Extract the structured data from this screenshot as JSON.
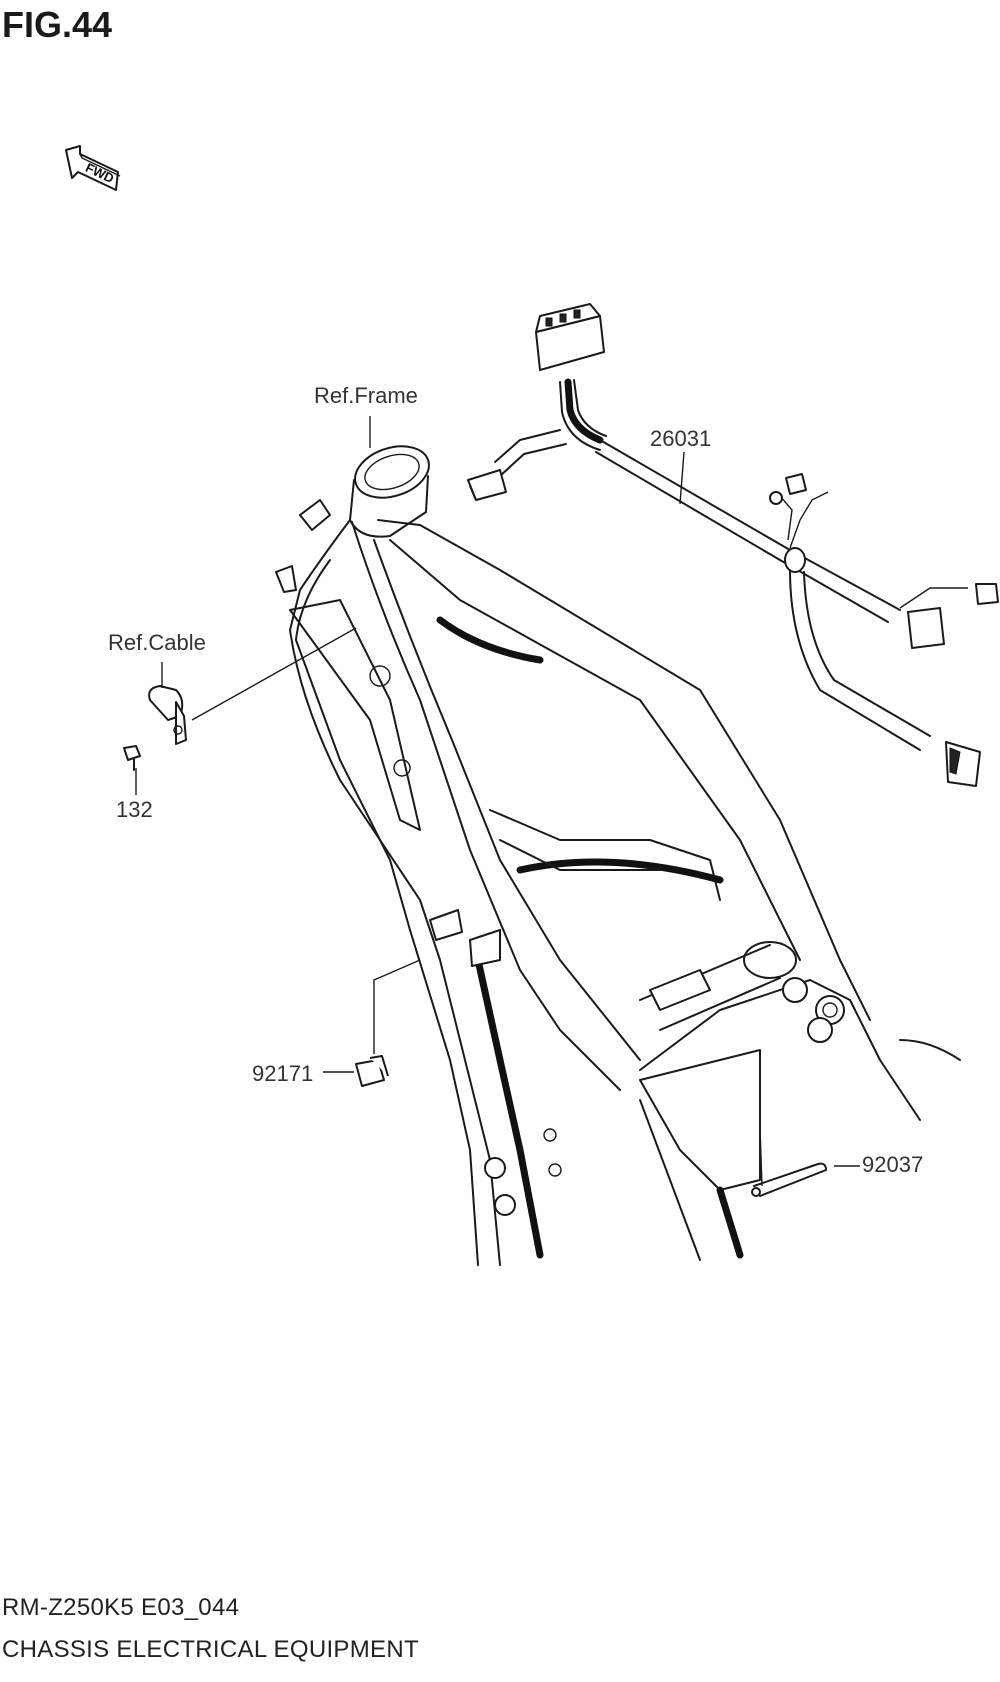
{
  "figure": {
    "title": "FIG.44"
  },
  "fwd_arrow": {
    "label": "FWD",
    "icon": "fwd-arrow-icon"
  },
  "callouts": {
    "ref_frame": "Ref.Frame",
    "ref_cable": "Ref.Cable",
    "part_132": "132",
    "part_26031": "26031",
    "part_92171": "92171",
    "part_92037": "92037"
  },
  "footer": {
    "model_code": "RM-Z250K5 E03_044",
    "section_title": "CHASSIS ELECTRICAL EQUIPMENT"
  }
}
